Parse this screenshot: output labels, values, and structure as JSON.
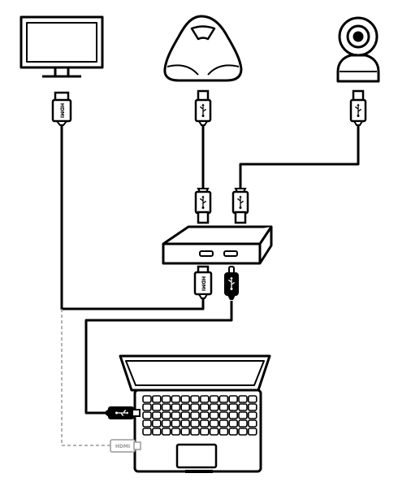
{
  "labels": {
    "monitor_hdmi": "HDMI",
    "hub_hdmi": "HDMI",
    "laptop_hdmi": "HDMI"
  },
  "icons": {
    "monitor": "monitor-icon",
    "speakerphone": "conference-speakerphone-icon",
    "camera": "ptz-camera-icon",
    "hub": "usb-hdmi-hub-icon",
    "laptop": "laptop-icon",
    "usb": "usb-symbol-icon"
  },
  "colors": {
    "line": "#000000",
    "optional_cable": "#999999",
    "fill": "#ffffff"
  }
}
